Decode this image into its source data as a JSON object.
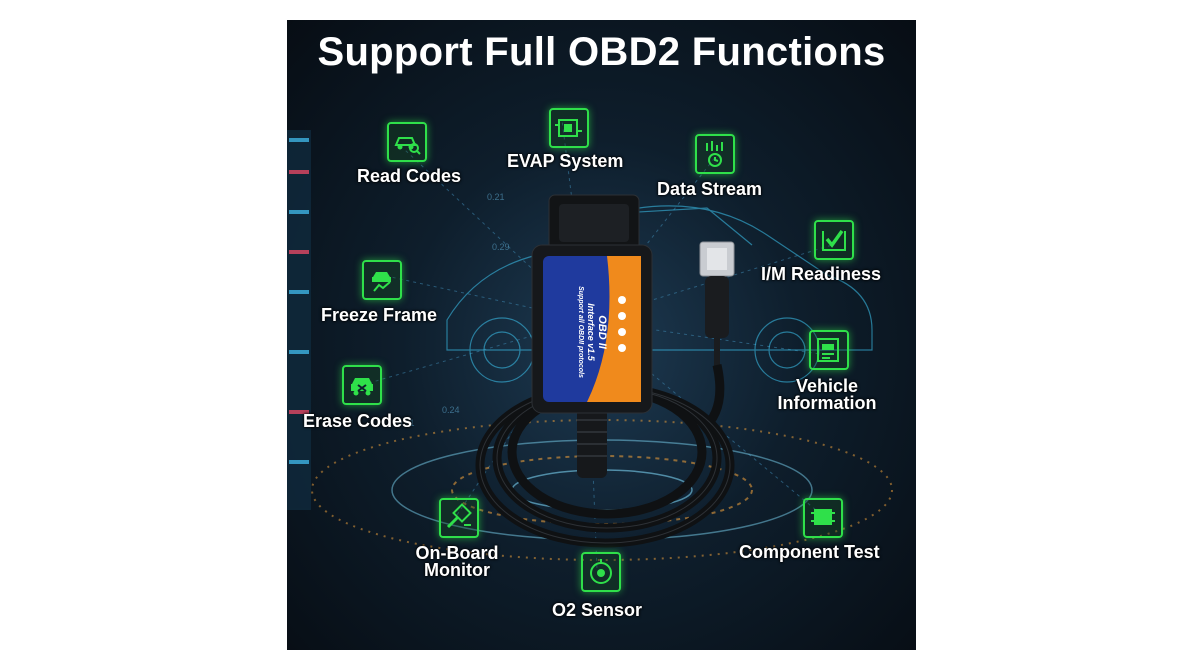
{
  "headline": "Support Full OBD2 Functions",
  "features": {
    "read_codes": "Read Codes",
    "evap_system": "EVAP System",
    "data_stream": "Data Stream",
    "im_readiness": "I/M Readiness",
    "freeze_frame": "Freeze Frame",
    "vehicle_information_line1": "Vehicle",
    "vehicle_information_line2": "Information",
    "erase_codes": "Erase Codes",
    "on_board_monitor_line1": "On-Board",
    "on_board_monitor_line2": "Monitor",
    "component_test": "Component Test",
    "o2_sensor": "O2 Sensor"
  },
  "device": {
    "label_line1": "OBD II",
    "label_line2": "Interface v1.5",
    "label_line3": "Support all OBDII protocols"
  },
  "faint_readings": [
    "0.21",
    "0.29",
    "0.24",
    "0.21"
  ],
  "colors": {
    "icon_green": "#2fe04a",
    "background_dark": "#0e1e2c",
    "device_blue": "#1f3a9e",
    "device_orange": "#f08a1c"
  }
}
